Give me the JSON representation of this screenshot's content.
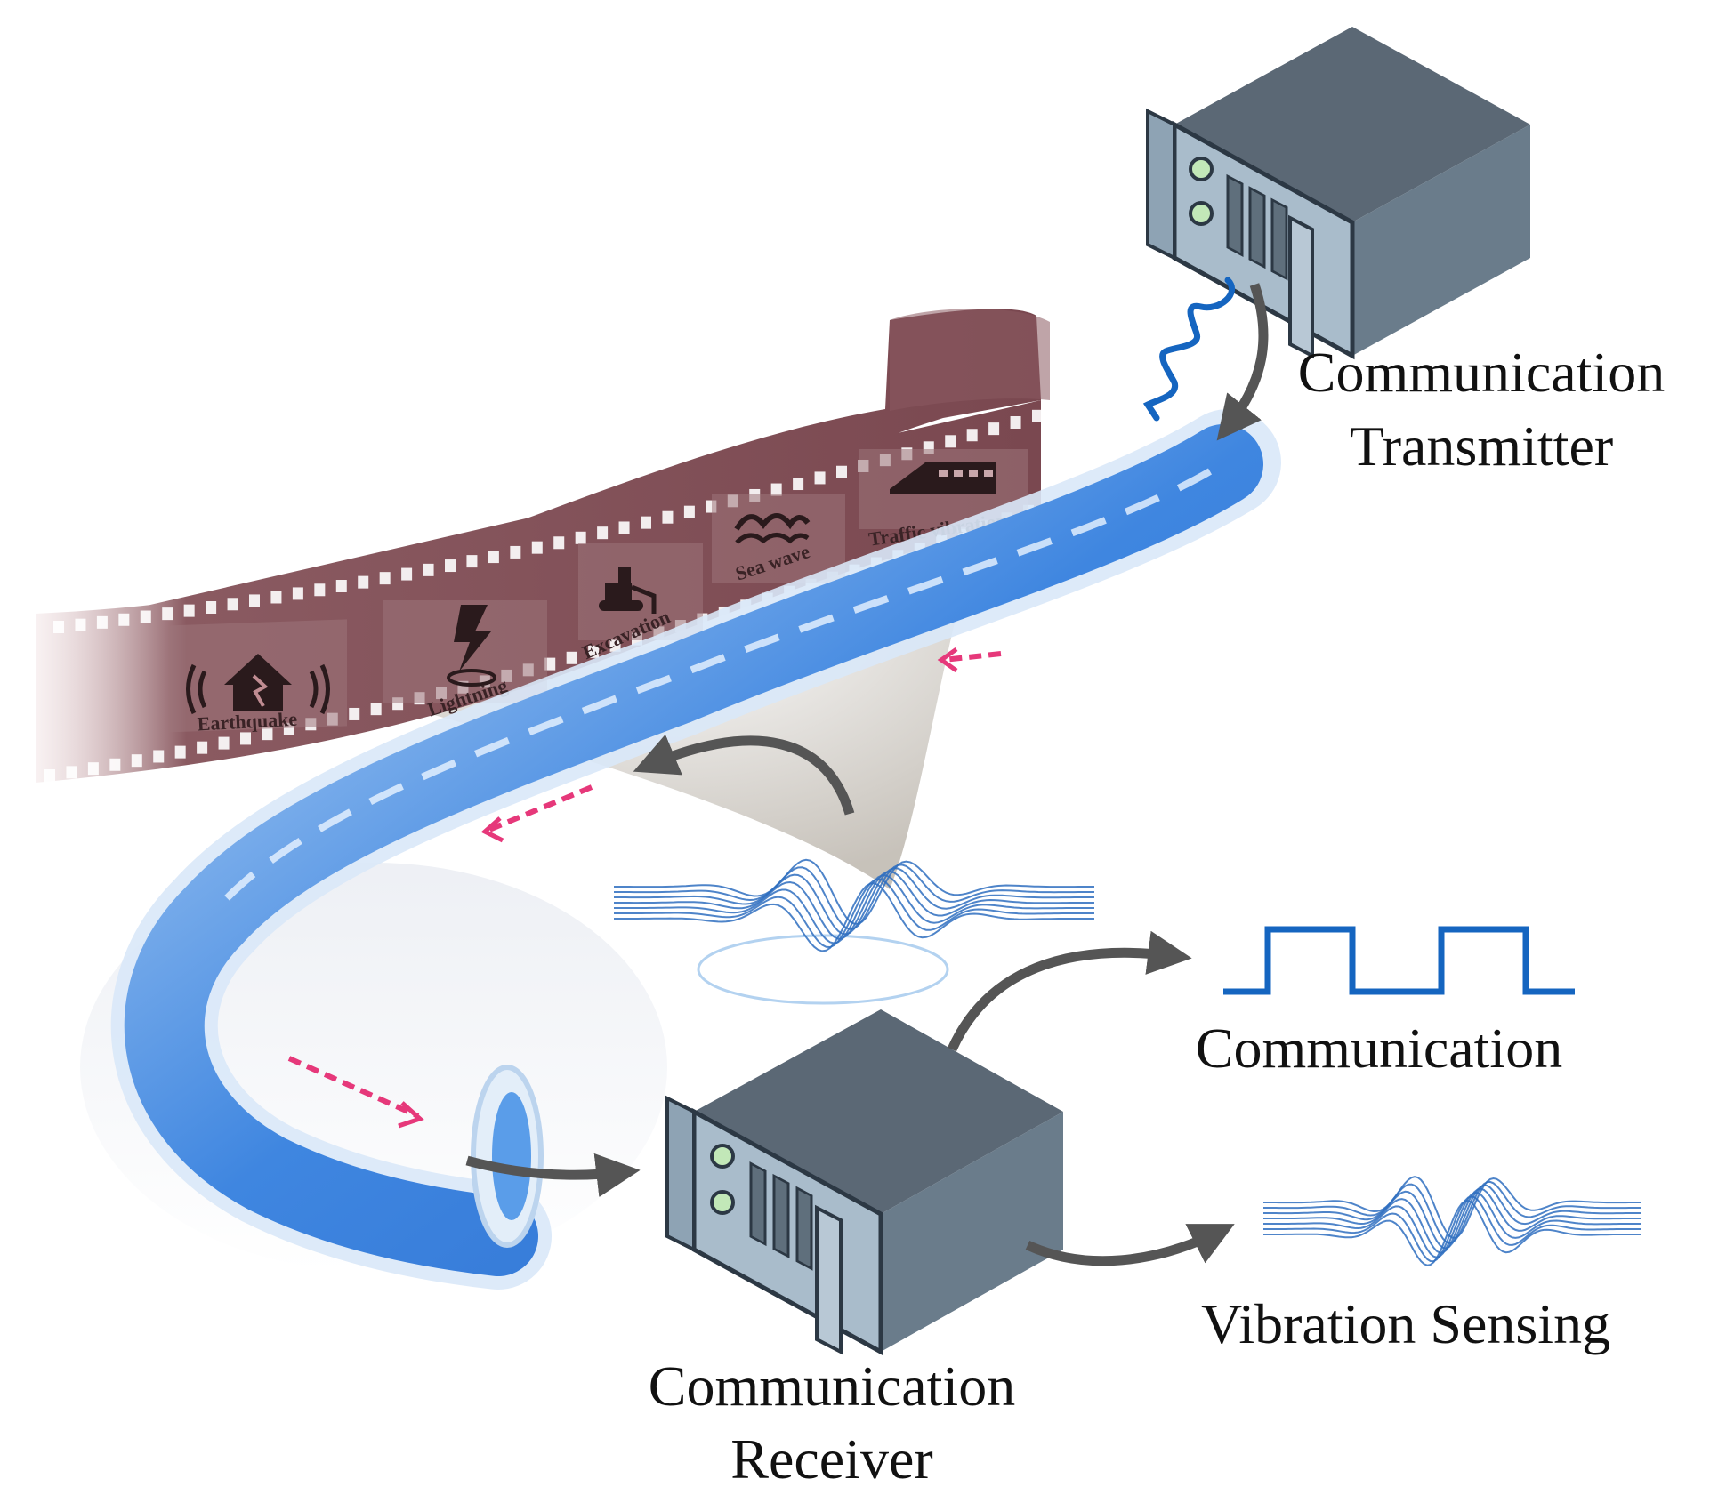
{
  "labels": {
    "transmitter_line1": "Communication",
    "transmitter_line2": "Transmitter",
    "receiver_line1": "Communication",
    "receiver_line2": "Receiver",
    "communication": "Communication",
    "vibration_sensing": "Vibration Sensing"
  },
  "film_frames": [
    {
      "label": "Earthquake",
      "icon": "house-earthquake-icon"
    },
    {
      "label": "Lightning",
      "icon": "lightning-icon"
    },
    {
      "label": "Excavation",
      "icon": "bulldozer-icon"
    },
    {
      "label": "Sea wave",
      "icon": "sea-wave-icon"
    },
    {
      "label": "Traffic vibration",
      "icon": "train-icon"
    }
  ],
  "colors": {
    "fiber": "#4f93e6",
    "fiber_light": "#cfe4fb",
    "film": "#7b4a52",
    "server_top": "#5d6a77",
    "server_side": "#6f8190",
    "server_front": "#a9bccb",
    "arrow": "#555555",
    "signal": "#1565c0",
    "pulse": "#e6387a"
  }
}
